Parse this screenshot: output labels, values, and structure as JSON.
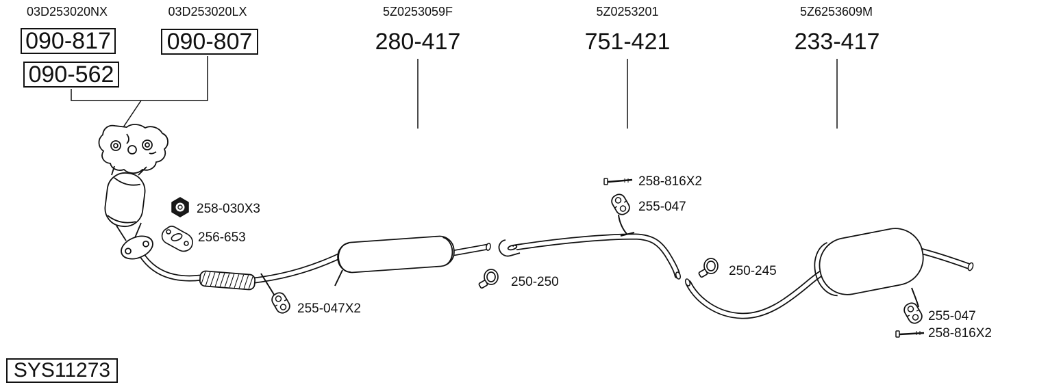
{
  "diagram": {
    "system_id": "SYS11273",
    "columns": [
      {
        "oem": "03D253020NX",
        "parts": [
          "090-817",
          "090-562"
        ],
        "boxed": true
      },
      {
        "oem": "03D253020LX",
        "parts": [
          "090-807"
        ],
        "boxed": true
      },
      {
        "oem": "5Z0253059F",
        "parts": [
          "280-417"
        ],
        "boxed": false
      },
      {
        "oem": "5Z0253201",
        "parts": [
          "751-421"
        ],
        "boxed": false
      },
      {
        "oem": "5Z6253609M",
        "parts": [
          "233-417"
        ],
        "boxed": false
      }
    ],
    "callouts": [
      {
        "icon": "nut-icon",
        "label": "258-030X3"
      },
      {
        "icon": "gasket-icon",
        "label": "256-653"
      },
      {
        "icon": "hanger-icon",
        "label": "255-047X2"
      },
      {
        "icon": "clamp-icon",
        "label": "250-250"
      },
      {
        "icon": "bolt-icon",
        "label": "258-816X2"
      },
      {
        "icon": "hanger-icon",
        "label": "255-047"
      },
      {
        "icon": "clamp-icon",
        "label": "250-245"
      },
      {
        "icon": "hanger-icon",
        "label": "255-047"
      },
      {
        "icon": "bolt-icon",
        "label": "258-816X2"
      }
    ],
    "colors": {
      "ink": "#111111",
      "background": "#ffffff"
    }
  }
}
